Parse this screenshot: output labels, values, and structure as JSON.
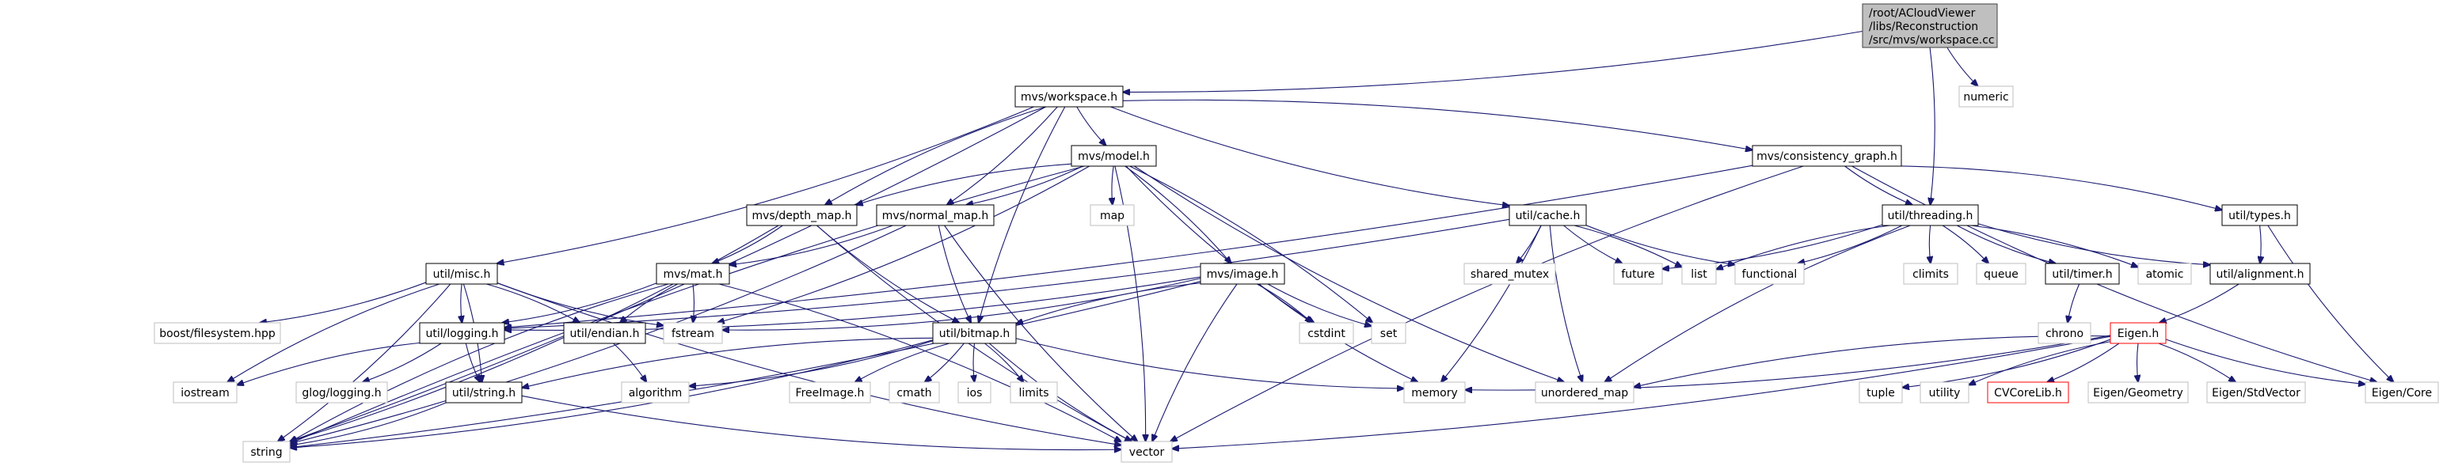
{
  "title": "Include dependency graph for workspace.cc",
  "colors": {
    "edge": "#191970",
    "root_fill": "#bfbfbf",
    "root_border": "#404040",
    "documented_border": "#000000",
    "external_border": "#bfbfbf",
    "incomplete_border": "#ff0000",
    "node_fill": "#ffffff"
  },
  "nodes": [
    {
      "id": "root",
      "label": "/root/ACloudViewer\n/libs/Reconstruction\n/src/mvs/workspace.cc",
      "kind": "root"
    },
    {
      "id": "workspace_h",
      "label": "mvs/workspace.h",
      "kind": "doc"
    },
    {
      "id": "numeric",
      "label": "numeric",
      "kind": "ext"
    },
    {
      "id": "model_h",
      "label": "mvs/model.h",
      "kind": "doc"
    },
    {
      "id": "consistency_graph_h",
      "label": "mvs/consistency_graph.h",
      "kind": "doc"
    },
    {
      "id": "depth_map_h",
      "label": "mvs/depth_map.h",
      "kind": "doc"
    },
    {
      "id": "normal_map_h",
      "label": "mvs/normal_map.h",
      "kind": "doc"
    },
    {
      "id": "map",
      "label": "map",
      "kind": "ext"
    },
    {
      "id": "cache_h",
      "label": "util/cache.h",
      "kind": "doc"
    },
    {
      "id": "threading_h",
      "label": "util/threading.h",
      "kind": "doc"
    },
    {
      "id": "types_h",
      "label": "util/types.h",
      "kind": "doc"
    },
    {
      "id": "misc_h",
      "label": "util/misc.h",
      "kind": "doc"
    },
    {
      "id": "mat_h",
      "label": "mvs/mat.h",
      "kind": "doc"
    },
    {
      "id": "image_h",
      "label": "mvs/image.h",
      "kind": "doc"
    },
    {
      "id": "shared_mutex",
      "label": "shared_mutex",
      "kind": "ext"
    },
    {
      "id": "future",
      "label": "future",
      "kind": "ext"
    },
    {
      "id": "list",
      "label": "list",
      "kind": "ext"
    },
    {
      "id": "functional",
      "label": "functional",
      "kind": "ext"
    },
    {
      "id": "climits",
      "label": "climits",
      "kind": "ext"
    },
    {
      "id": "queue",
      "label": "queue",
      "kind": "ext"
    },
    {
      "id": "timer_h",
      "label": "util/timer.h",
      "kind": "doc"
    },
    {
      "id": "atomic",
      "label": "atomic",
      "kind": "ext"
    },
    {
      "id": "alignment_h",
      "label": "util/alignment.h",
      "kind": "doc"
    },
    {
      "id": "boost_fs",
      "label": "boost/filesystem.hpp",
      "kind": "ext"
    },
    {
      "id": "logging_h",
      "label": "util/logging.h",
      "kind": "doc"
    },
    {
      "id": "endian_h",
      "label": "util/endian.h",
      "kind": "doc"
    },
    {
      "id": "fstream",
      "label": "fstream",
      "kind": "ext"
    },
    {
      "id": "bitmap_h",
      "label": "util/bitmap.h",
      "kind": "doc"
    },
    {
      "id": "cstdint",
      "label": "cstdint",
      "kind": "ext"
    },
    {
      "id": "set",
      "label": "set",
      "kind": "ext"
    },
    {
      "id": "chrono",
      "label": "chrono",
      "kind": "ext"
    },
    {
      "id": "eigen_h",
      "label": "Eigen.h",
      "kind": "red"
    },
    {
      "id": "iostream",
      "label": "iostream",
      "kind": "ext"
    },
    {
      "id": "glog",
      "label": "glog/logging.h",
      "kind": "ext"
    },
    {
      "id": "string_h",
      "label": "util/string.h",
      "kind": "doc"
    },
    {
      "id": "algorithm",
      "label": "algorithm",
      "kind": "ext"
    },
    {
      "id": "freeimage",
      "label": "FreeImage.h",
      "kind": "ext"
    },
    {
      "id": "cmath",
      "label": "cmath",
      "kind": "ext"
    },
    {
      "id": "ios",
      "label": "ios",
      "kind": "ext"
    },
    {
      "id": "limits",
      "label": "limits",
      "kind": "ext"
    },
    {
      "id": "memory",
      "label": "memory",
      "kind": "ext"
    },
    {
      "id": "unordered_map",
      "label": "unordered_map",
      "kind": "ext"
    },
    {
      "id": "tuple",
      "label": "tuple",
      "kind": "ext"
    },
    {
      "id": "utility",
      "label": "utility",
      "kind": "ext"
    },
    {
      "id": "cvcorelib",
      "label": "CVCoreLib.h",
      "kind": "red"
    },
    {
      "id": "eigen_geometry",
      "label": "Eigen/Geometry",
      "kind": "ext"
    },
    {
      "id": "eigen_stdvector",
      "label": "Eigen/StdVector",
      "kind": "ext"
    },
    {
      "id": "eigen_core",
      "label": "Eigen/Core",
      "kind": "ext"
    },
    {
      "id": "string",
      "label": "string",
      "kind": "ext"
    },
    {
      "id": "vector",
      "label": "vector",
      "kind": "ext"
    }
  ],
  "edges": [
    [
      "root",
      "workspace_h"
    ],
    [
      "root",
      "numeric"
    ],
    [
      "root",
      "threading_h"
    ],
    [
      "workspace_h",
      "model_h"
    ],
    [
      "workspace_h",
      "consistency_graph_h"
    ],
    [
      "workspace_h",
      "depth_map_h"
    ],
    [
      "workspace_h",
      "normal_map_h"
    ],
    [
      "workspace_h",
      "cache_h"
    ],
    [
      "workspace_h",
      "misc_h"
    ],
    [
      "workspace_h",
      "bitmap_h"
    ],
    [
      "workspace_h",
      "string"
    ],
    [
      "model_h",
      "depth_map_h"
    ],
    [
      "model_h",
      "normal_map_h"
    ],
    [
      "model_h",
      "map"
    ],
    [
      "model_h",
      "image_h"
    ],
    [
      "model_h",
      "cstdint"
    ],
    [
      "model_h",
      "set"
    ],
    [
      "model_h",
      "unordered_map"
    ],
    [
      "model_h",
      "vector"
    ],
    [
      "model_h",
      "string"
    ],
    [
      "model_h",
      "fstream"
    ],
    [
      "consistency_graph_h",
      "threading_h"
    ],
    [
      "consistency_graph_h",
      "types_h"
    ],
    [
      "consistency_graph_h",
      "eigen_core"
    ],
    [
      "consistency_graph_h",
      "logging_h"
    ],
    [
      "consistency_graph_h",
      "vector"
    ],
    [
      "depth_map_h",
      "mat_h"
    ],
    [
      "depth_map_h",
      "bitmap_h"
    ],
    [
      "depth_map_h",
      "string"
    ],
    [
      "depth_map_h",
      "vector"
    ],
    [
      "normal_map_h",
      "mat_h"
    ],
    [
      "normal_map_h",
      "bitmap_h"
    ],
    [
      "normal_map_h",
      "string"
    ],
    [
      "normal_map_h",
      "vector"
    ],
    [
      "cache_h",
      "shared_mutex"
    ],
    [
      "cache_h",
      "future"
    ],
    [
      "cache_h",
      "list"
    ],
    [
      "cache_h",
      "functional"
    ],
    [
      "cache_h",
      "memory"
    ],
    [
      "cache_h",
      "unordered_map"
    ],
    [
      "cache_h",
      "logging_h"
    ],
    [
      "threading_h",
      "list"
    ],
    [
      "threading_h",
      "functional"
    ],
    [
      "threading_h",
      "climits"
    ],
    [
      "threading_h",
      "queue"
    ],
    [
      "threading_h",
      "timer_h"
    ],
    [
      "threading_h",
      "atomic"
    ],
    [
      "threading_h",
      "alignment_h"
    ],
    [
      "threading_h",
      "future"
    ],
    [
      "threading_h",
      "unordered_map"
    ],
    [
      "types_h",
      "alignment_h"
    ],
    [
      "types_h",
      "eigen_core"
    ],
    [
      "misc_h",
      "boost_fs"
    ],
    [
      "misc_h",
      "logging_h"
    ],
    [
      "misc_h",
      "endian_h"
    ],
    [
      "misc_h",
      "fstream"
    ],
    [
      "misc_h",
      "string_h"
    ],
    [
      "misc_h",
      "iostream"
    ],
    [
      "misc_h",
      "string"
    ],
    [
      "misc_h",
      "vector"
    ],
    [
      "mat_h",
      "logging_h"
    ],
    [
      "mat_h",
      "endian_h"
    ],
    [
      "mat_h",
      "fstream"
    ],
    [
      "mat_h",
      "string"
    ],
    [
      "mat_h",
      "vector"
    ],
    [
      "image_h",
      "bitmap_h"
    ],
    [
      "image_h",
      "cstdint"
    ],
    [
      "image_h",
      "set"
    ],
    [
      "image_h",
      "fstream"
    ],
    [
      "image_h",
      "memory"
    ],
    [
      "image_h",
      "string"
    ],
    [
      "image_h",
      "vector"
    ],
    [
      "image_h",
      "logging_h"
    ],
    [
      "timer_h",
      "chrono"
    ],
    [
      "alignment_h",
      "eigen_h"
    ],
    [
      "logging_h",
      "iostream"
    ],
    [
      "logging_h",
      "glog"
    ],
    [
      "logging_h",
      "string_h"
    ],
    [
      "endian_h",
      "algorithm"
    ],
    [
      "bitmap_h",
      "string_h"
    ],
    [
      "bitmap_h",
      "algorithm"
    ],
    [
      "bitmap_h",
      "freeimage"
    ],
    [
      "bitmap_h",
      "cmath"
    ],
    [
      "bitmap_h",
      "ios"
    ],
    [
      "bitmap_h",
      "limits"
    ],
    [
      "bitmap_h",
      "memory"
    ],
    [
      "bitmap_h",
      "string"
    ],
    [
      "bitmap_h",
      "vector"
    ],
    [
      "string_h",
      "string"
    ],
    [
      "string_h",
      "vector"
    ],
    [
      "eigen_h",
      "memory"
    ],
    [
      "eigen_h",
      "unordered_map"
    ],
    [
      "eigen_h",
      "tuple"
    ],
    [
      "eigen_h",
      "utility"
    ],
    [
      "eigen_h",
      "cvcorelib"
    ],
    [
      "eigen_h",
      "eigen_geometry"
    ],
    [
      "eigen_h",
      "eigen_stdvector"
    ],
    [
      "eigen_h",
      "eigen_core"
    ],
    [
      "eigen_h",
      "vector"
    ]
  ]
}
